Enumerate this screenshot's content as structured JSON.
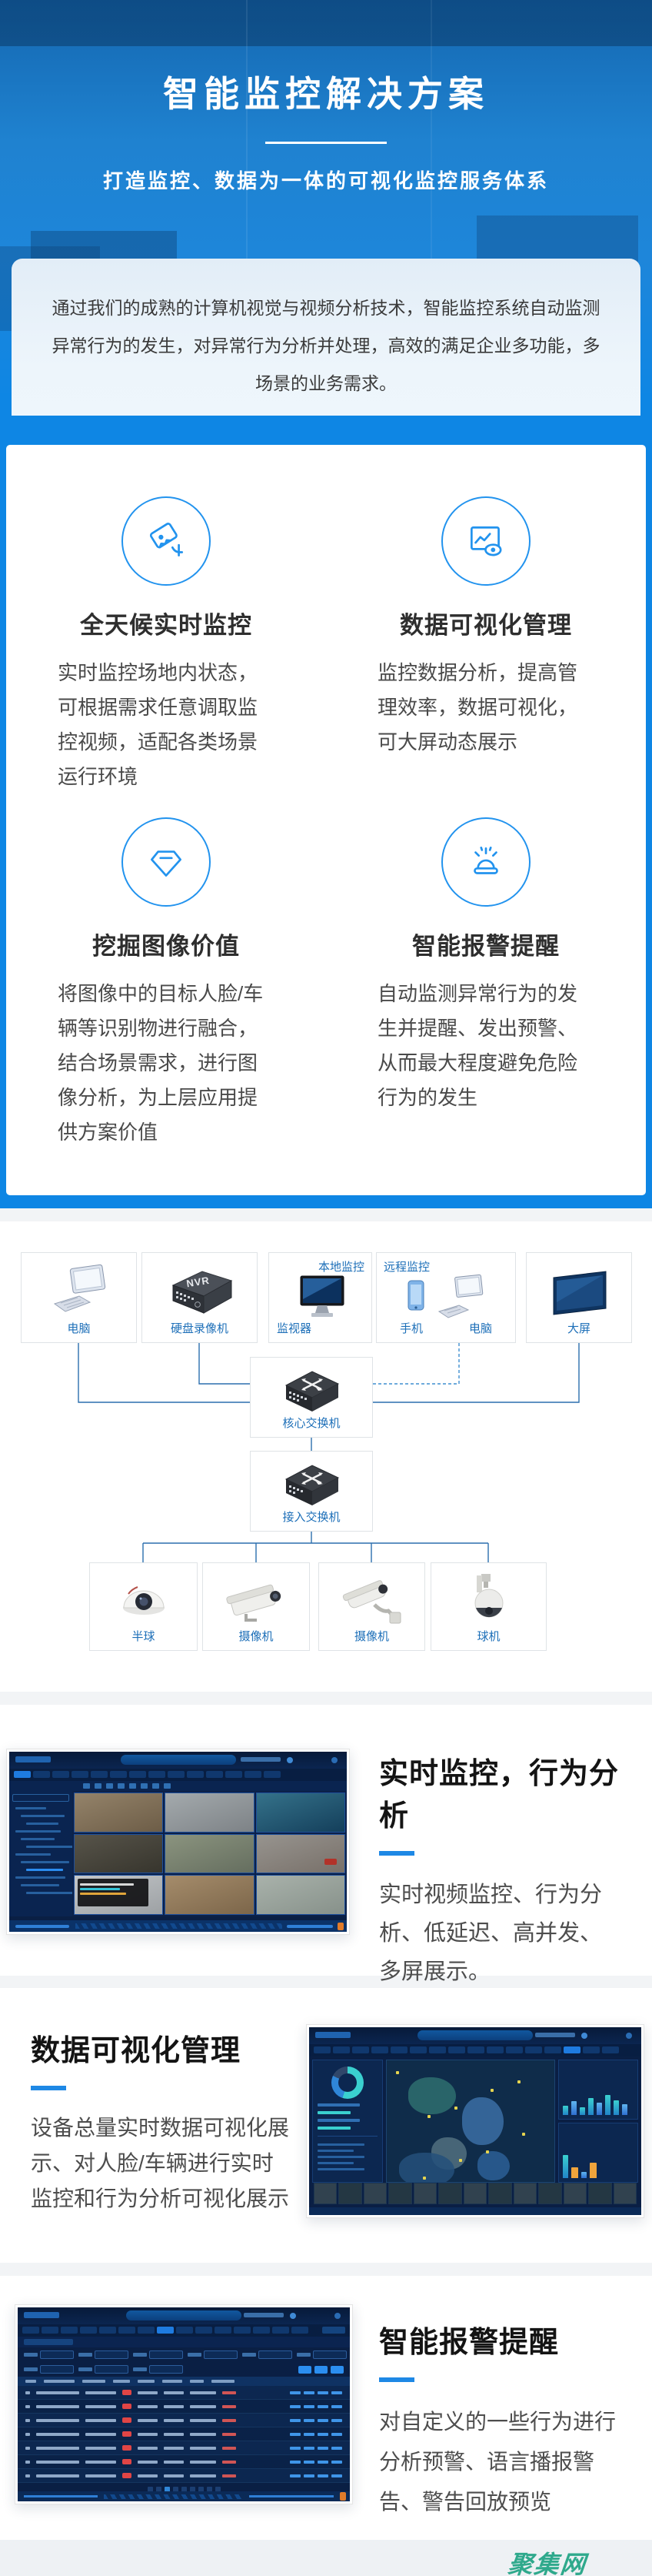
{
  "colors": {
    "blue_background": "#0e86e4",
    "accent_blue": "#2293ee",
    "diagram_label_blue": "#1d6fb8",
    "footer_logo_teal": "#2fa98c"
  },
  "hero": {
    "title": "智能监控解决方案",
    "subtitle": "打造监控、数据为一体的可视化监控服务体系"
  },
  "intro": {
    "text": "通过我们的成熟的计算机视觉与视频分析技术，智能监控系统自动监测异常行为的发生，对异常行为分析并处理，高效的满足企业多功能，多场景的业务需求。"
  },
  "features": {
    "items": [
      {
        "icon": "cctv-camera-icon",
        "title": "全天候实时监控",
        "desc": "实时监控场地内状态，可根据需求任意调取监控视频，适配各类场景运行环境"
      },
      {
        "icon": "screen-eye-icon",
        "title": "数据可视化管理",
        "desc": "监控数据分析，提高管理效率，数据可视化，可大屏动态展示"
      },
      {
        "icon": "diamond-icon",
        "title": "挖掘图像价值",
        "desc": "将图像中的目标人脸/车辆等识别物进行融合，结合场景需求，进行图像分析，为上层应用提供方案价值"
      },
      {
        "icon": "siren-icon",
        "title": "智能报警提醒",
        "desc": "自动监测异常行为的发生并提醒、发出预警、从而最大程度避免危险行为的发生"
      }
    ]
  },
  "topology": {
    "devices": [
      {
        "label": "电脑"
      },
      {
        "label": "硬盘录像机",
        "badge": "NVR"
      },
      {
        "label": "监视器",
        "tag": "本地监控"
      },
      {
        "label_phone": "手机",
        "label_pc": "电脑",
        "tag": "远程监控"
      },
      {
        "label": "大屏"
      }
    ],
    "switches": [
      {
        "label": "核心交换机"
      },
      {
        "label": "接入交换机"
      }
    ],
    "cameras": [
      {
        "label": "半球"
      },
      {
        "label": "摄像机"
      },
      {
        "label": "摄像机"
      },
      {
        "label": "球机"
      }
    ]
  },
  "sections": [
    {
      "title": "实时监控，行为分析",
      "body": "实时视频监控、行为分析、低延迟、高并发、多屏展示。"
    },
    {
      "title": "数据可视化管理",
      "body": "设备总量实时数据可视化展示、对人脸/车辆进行实时监控和行为分析可视化展示"
    },
    {
      "title": "智能报警提醒",
      "body": "对自定义的一些行为进行分析预警、语言播报警告、警告回放预览"
    }
  ],
  "footer": {
    "logo": "聚集网"
  }
}
